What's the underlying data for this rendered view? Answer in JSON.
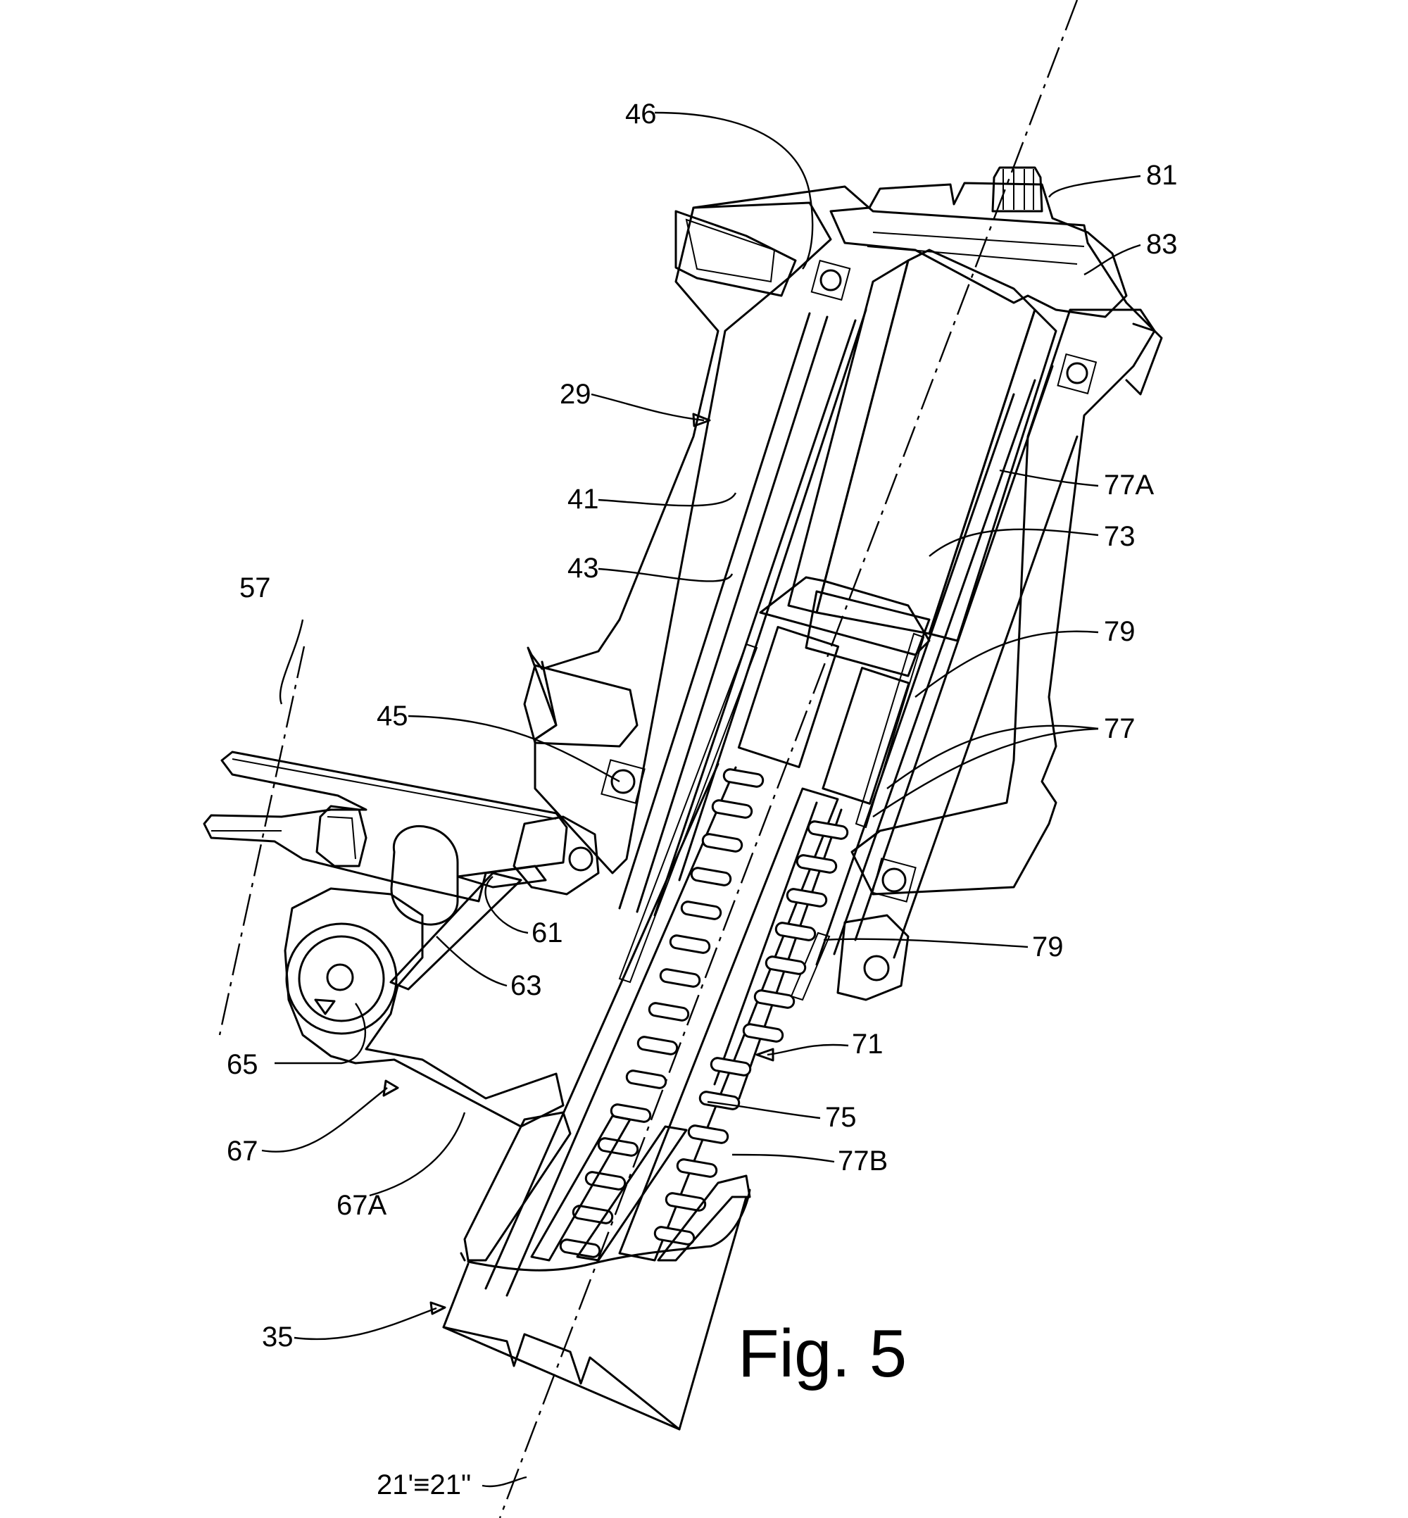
{
  "figure": {
    "title": "Fig. 5"
  },
  "labels": {
    "l46": "46",
    "l81": "81",
    "l83": "83",
    "l29": "29",
    "l77a": "77A",
    "l41": "41",
    "l73": "73",
    "l43": "43",
    "l79a": "79",
    "l57": "57",
    "l45": "45",
    "l77": "77",
    "l61": "61",
    "l79b": "79",
    "l63": "63",
    "l71": "71",
    "l65": "65",
    "l75": "75",
    "l67": "67",
    "l77b": "77B",
    "l67a": "67A",
    "l35": "35",
    "l21": "21'≡21\""
  }
}
